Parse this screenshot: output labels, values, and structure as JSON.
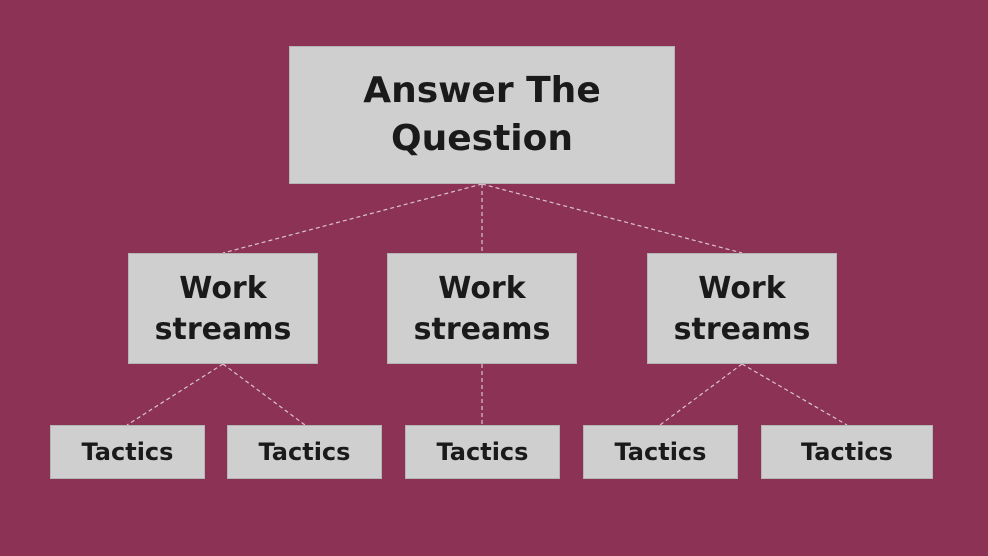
{
  "root": {
    "label": "Answer The Question"
  },
  "streams": [
    {
      "label": "Work streams"
    },
    {
      "label": "Work streams"
    },
    {
      "label": "Work streams"
    }
  ],
  "tactics": [
    {
      "label": "Tactics"
    },
    {
      "label": "Tactics"
    },
    {
      "label": "Tactics"
    },
    {
      "label": "Tactics"
    },
    {
      "label": "Tactics"
    }
  ],
  "colors": {
    "background": "#8c3254",
    "box_fill": "#cfcfcf",
    "box_border": "#b5b5b5",
    "text": "#1a1a1a",
    "connector": "#d9c3cb"
  }
}
